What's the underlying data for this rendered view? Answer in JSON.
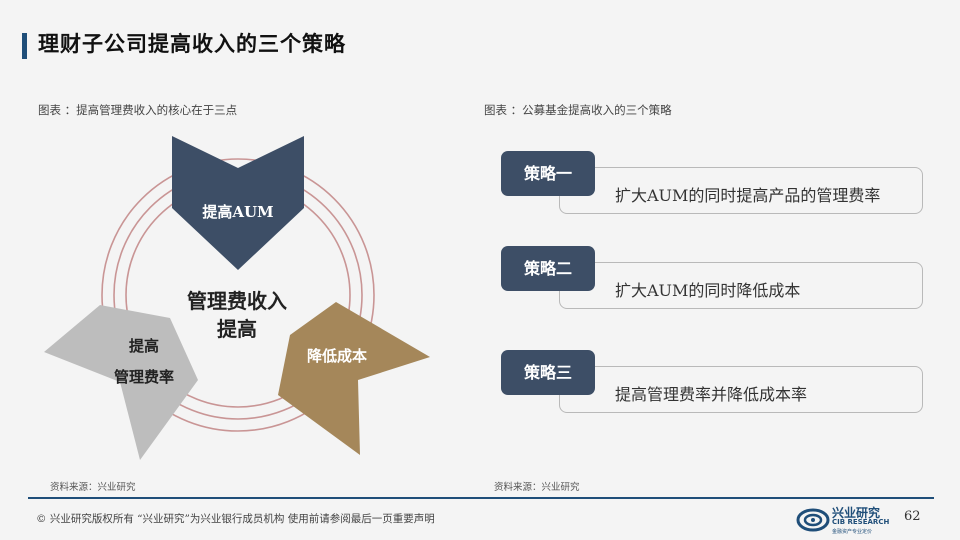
{
  "title": "理财子公司提高收入的三个策略",
  "left_caption": "图表 ：提高管理费收入的核心在于三点",
  "right_caption": "图表 ：公募基金提高收入的三个策略",
  "diagram": {
    "top_label": "提高AUM",
    "center_line1": "管理费收入",
    "center_line2": "提高",
    "left_line1": "提高",
    "left_line2": "管理费率",
    "right_label": "降低成本",
    "colors": {
      "top": "#3d4e66",
      "left": "#bdbdbd",
      "right": "#a5875a",
      "rings": "#c99595"
    }
  },
  "strategies": [
    {
      "tag": "策略一",
      "text": "扩大AUM的同时提高产品的管理费率"
    },
    {
      "tag": "策略二",
      "text": "扩大AUM的同时降低成本"
    },
    {
      "tag": "策略三",
      "text": "提高管理费率并降低成本率"
    }
  ],
  "source_left": "资料来源：兴业研究",
  "source_right": "资料来源：兴业研究",
  "footer": {
    "copyright": "©  兴业研究版权所有    “兴业研究”为兴业银行成员机构    使用前请参阅最后一页重要声明",
    "page_number": "62",
    "logo_cn": "兴业研究",
    "logo_en": "CIB RESEARCH",
    "logo_sub": "金融资产专业定价"
  }
}
